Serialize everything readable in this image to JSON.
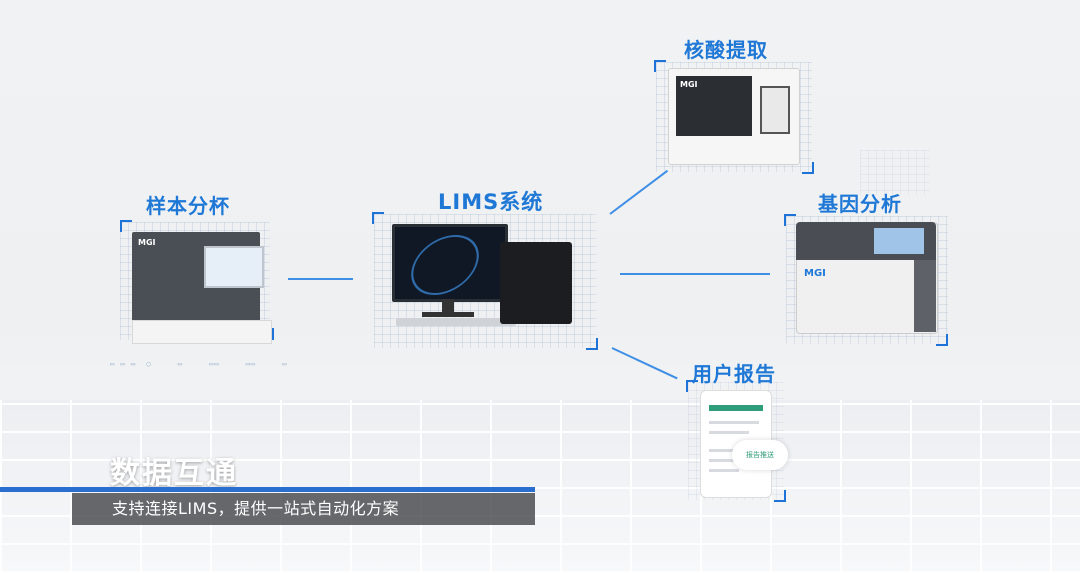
{
  "nodes": {
    "sample_split": {
      "label": "样本分杯",
      "brand": "MGI"
    },
    "lims": {
      "label": "LIMS系统"
    },
    "extraction": {
      "label": "核酸提取",
      "brand": "MGI"
    },
    "gene_analysis": {
      "label": "基因分析",
      "brand": "MGI"
    },
    "user_report": {
      "label": "用户报告",
      "bubble": "报告推送"
    }
  },
  "caption": {
    "title": "数据互通",
    "subtitle": "支持连接LIMS，提供一站式自动化方案"
  },
  "colors": {
    "accent": "#1f78d6",
    "caption_bar": "#2a6fd0",
    "caption_bg": "#46484c"
  }
}
